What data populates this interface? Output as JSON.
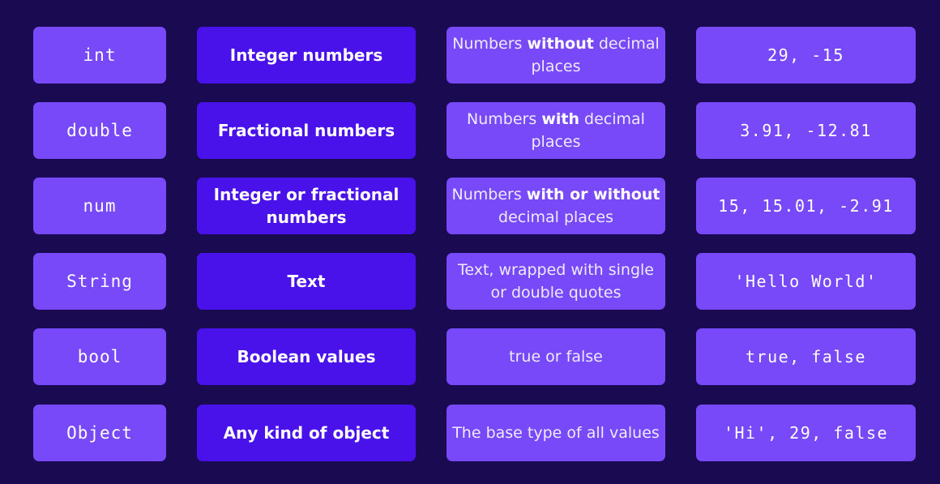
{
  "rows": [
    {
      "type": "int",
      "name": "Integer numbers",
      "desc": [
        {
          "t": "Numbers ",
          "b": false
        },
        {
          "t": "without",
          "b": true
        },
        {
          "t": " decimal places",
          "b": false
        }
      ],
      "example": "29, -15"
    },
    {
      "type": "double",
      "name": "Fractional numbers",
      "desc": [
        {
          "t": "Numbers ",
          "b": false
        },
        {
          "t": "with",
          "b": true
        },
        {
          "t": " decimal places",
          "b": false
        }
      ],
      "example": "3.91, -12.81"
    },
    {
      "type": "num",
      "name": "Integer or fractional numbers",
      "desc": [
        {
          "t": "Numbers ",
          "b": false
        },
        {
          "t": "with or without",
          "b": true
        },
        {
          "t": " decimal places",
          "b": false
        }
      ],
      "example": "15, 15.01, -2.91"
    },
    {
      "type": "String",
      "name": "Text",
      "desc": [
        {
          "t": "Text, wrapped with single or double quotes",
          "b": false
        }
      ],
      "example": "'Hello World'"
    },
    {
      "type": "bool",
      "name": "Boolean values",
      "desc": [
        {
          "t": "true or false",
          "b": false
        }
      ],
      "example": "true, false"
    },
    {
      "type": "Object",
      "name": "Any kind of object",
      "desc": [
        {
          "t": "The base type of all values",
          "b": false
        }
      ],
      "example": "'Hi', 29, false"
    }
  ],
  "colors": {
    "background": "#1a0a52",
    "cell_light": "#7749f8",
    "cell_dark": "#4a12ea",
    "text": "#ffffff"
  }
}
